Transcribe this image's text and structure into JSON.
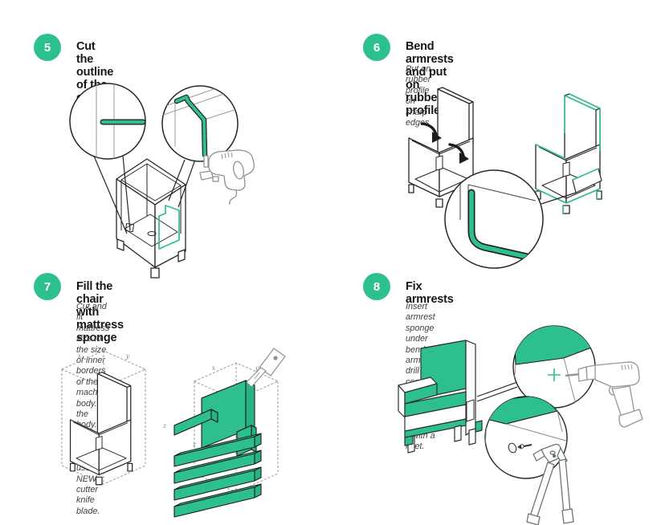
{
  "accent_green": "#2ec08c",
  "steps": [
    {
      "number": "5",
      "title": "Cut the outline of the chair.",
      "subtitle": ""
    },
    {
      "number": "6",
      "title": "Bend armrests and put on rubber profile",
      "subtitle": "Put on rubber profile on sharp edges"
    },
    {
      "number": "7",
      "title": "Fill the chair with mattress sponge",
      "subtitle": "Cut and fit mattress size to the size of inner borders\nof the machine body.Fill the body.\nFor optimal results, use NEW cutter knife blade."
    },
    {
      "number": "8",
      "title": "Fix armrests",
      "subtitle": "Insert armrest sponge under bended armrest, drill a common\nhole to armrest and body, fix it with a rivet."
    }
  ],
  "axis_labels": {
    "x": "x",
    "y": "y",
    "z": "z"
  }
}
